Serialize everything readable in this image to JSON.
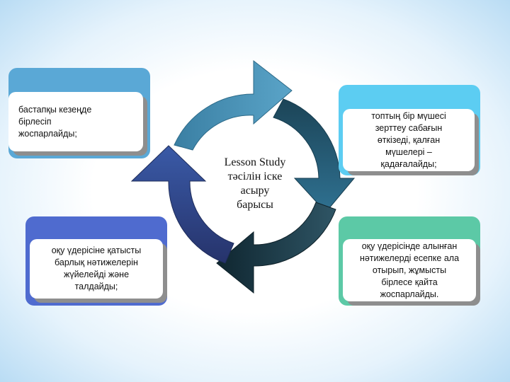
{
  "diagram": {
    "center_label": "Lesson Study\nтәсілін іске\nасыру\nбарысы",
    "steps": [
      {
        "id": "top-left",
        "text": "бастапқы кезеңде\n бірлесіп\nжоспарлайды;",
        "color": "#5aa8d6"
      },
      {
        "id": "top-right",
        "text": "топтың бір мүшесі\nзерттеу сабағын\nөткізеді, қалған\nмүшелері –\nқадағалайды;",
        "color": "#5ccdf2"
      },
      {
        "id": "bottom-right",
        "text": "оқу үдерісінде алынған\nнәтижелерді есепке ала\nотырып, жұмысты\nбірлесе қайта\nжоспарлайды.",
        "color": "#5cc9a6"
      },
      {
        "id": "bottom-left",
        "text": "оқу үдерісіне қатысты\nбарлық нәтижелерін\nжүйелейді және\nталдайды;",
        "color": "#4f6bcf"
      }
    ],
    "arrow_colors": {
      "top": "#3e86a8",
      "right": "#1f4d63",
      "bottom": "#16333f",
      "left": "#2a3f7a"
    }
  }
}
